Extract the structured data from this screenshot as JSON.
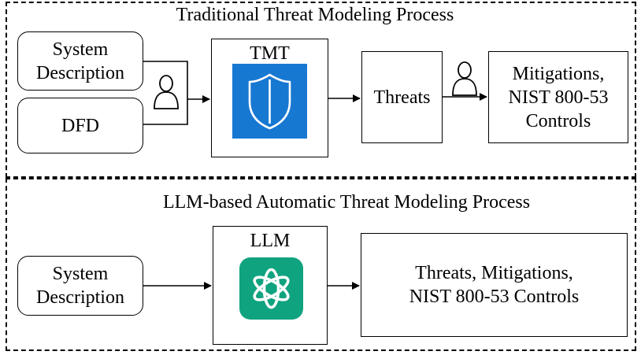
{
  "traditional": {
    "title": "Traditional Threat Modeling Process",
    "system_description": "System\nDescription",
    "dfd": "DFD",
    "tool_label": "TMT",
    "tool_icon": "shield-icon",
    "threats": "Threats",
    "mitigations": "Mitigations,\nNIST 800-53\nControls",
    "human_icon": "person-icon",
    "tool_color": "#1778d2"
  },
  "llm_based": {
    "title": "LLM-based Automatic Threat Modeling Process",
    "system_description": "System\nDescription",
    "tool_label": "LLM",
    "tool_icon": "openai-logo-icon",
    "output": "Threats, Mitigations,\nNIST 800-53 Controls",
    "tool_color": "#10a37f"
  }
}
